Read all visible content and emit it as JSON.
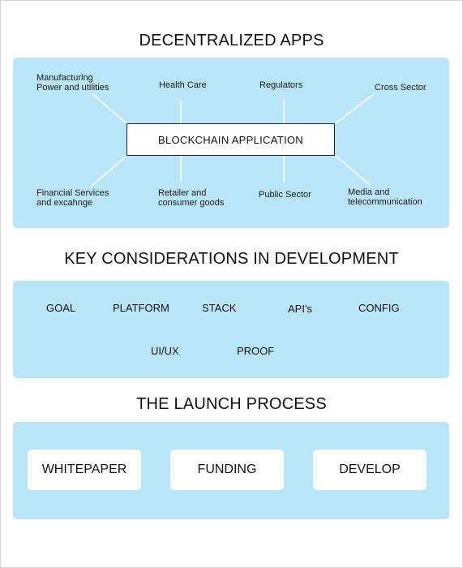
{
  "sections": {
    "decentralized_apps": {
      "title": "DECENTRALIZED APPS",
      "center": "BLOCKCHAIN APPLICATION",
      "top_nodes": [
        "Manufacturing\nPower and utilities",
        "Health Care",
        "Regulators",
        "Cross Sector"
      ],
      "bottom_nodes": [
        "Financial Services\nand excahnge",
        "Retailer and\nconsumer goods",
        "Public Sector",
        "Media and\ntelecommunication"
      ]
    },
    "key_considerations": {
      "title": "KEY CONSIDERATIONS IN DEVELOPMENT",
      "items": [
        "GOAL",
        "PLATFORM",
        "STACK",
        "API's",
        "CONFIG",
        "UI/UX",
        "PROOF"
      ]
    },
    "launch_process": {
      "title": "THE LAUNCH PROCESS",
      "steps": [
        "WHITEPAPER",
        "FUNDING",
        "DEVELOP"
      ]
    }
  },
  "colors": {
    "panel": "#b9e5f9",
    "box": "#ffffff",
    "connector": "#ffffff"
  }
}
